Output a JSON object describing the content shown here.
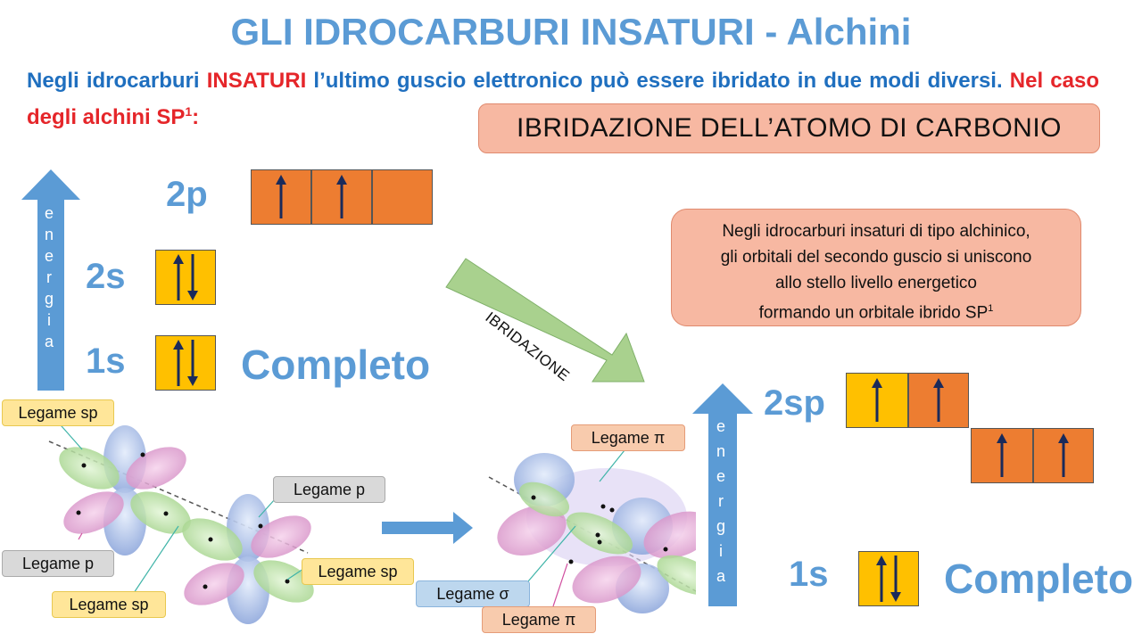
{
  "title": "GLI IDROCARBURI INSATURI - Alchini",
  "intro": {
    "part1": "Negli idrocarburi ",
    "highlight": "INSATURI",
    "part2": " l’ultimo guscio elettronico può essere ibridato in due modi diversi. ",
    "red_part": "Nel caso degli alchini SP",
    "red_sup": "1",
    "red_end": ":"
  },
  "hybridization_title": "IBRIDAZIONE DELL’ATOMO DI CARBONIO",
  "note": {
    "line1": "Negli idrocarburi insaturi di tipo alchinico,",
    "line2": "gli orbitali del secondo guscio si uniscono",
    "line3": "allo stello livello energetico",
    "line4": "formando un orbitale ibrido SP",
    "line4_sup": "1"
  },
  "left_diagram": {
    "energy_letters": [
      "e",
      "n",
      "e",
      "r",
      "g",
      "i",
      "a"
    ],
    "level_2p": "2p",
    "level_2s": "2s",
    "level_1s": "1s",
    "completo": "Completo"
  },
  "arrow_label": "IBRIDAZIONE",
  "right_diagram": {
    "energy_letters": [
      "e",
      "n",
      "e",
      "r",
      "g",
      "i",
      "a"
    ],
    "level_2sp": "2sp",
    "level_1s": "1s",
    "completo": "Completo"
  },
  "bond_labels": {
    "legame_sp_top": "Legame sp",
    "legame_p_left": "Legame p",
    "legame_sp_bottom": "Legame sp",
    "legame_p_right": "Legame p",
    "legame_sp_right": "Legame sp",
    "legame_pi_top": "Legame π",
    "legame_sigma": "Legame σ",
    "legame_pi_bottom": "Legame π"
  },
  "colors": {
    "title_blue": "#5b9bd5",
    "intro_blue": "#1f6fbf",
    "red": "#e5262a",
    "orbital_orange": "#ed7d31",
    "orbital_yellow": "#ffc000",
    "box_salmon": "#f7b8a2",
    "arrow_green": "#a9d18e"
  }
}
